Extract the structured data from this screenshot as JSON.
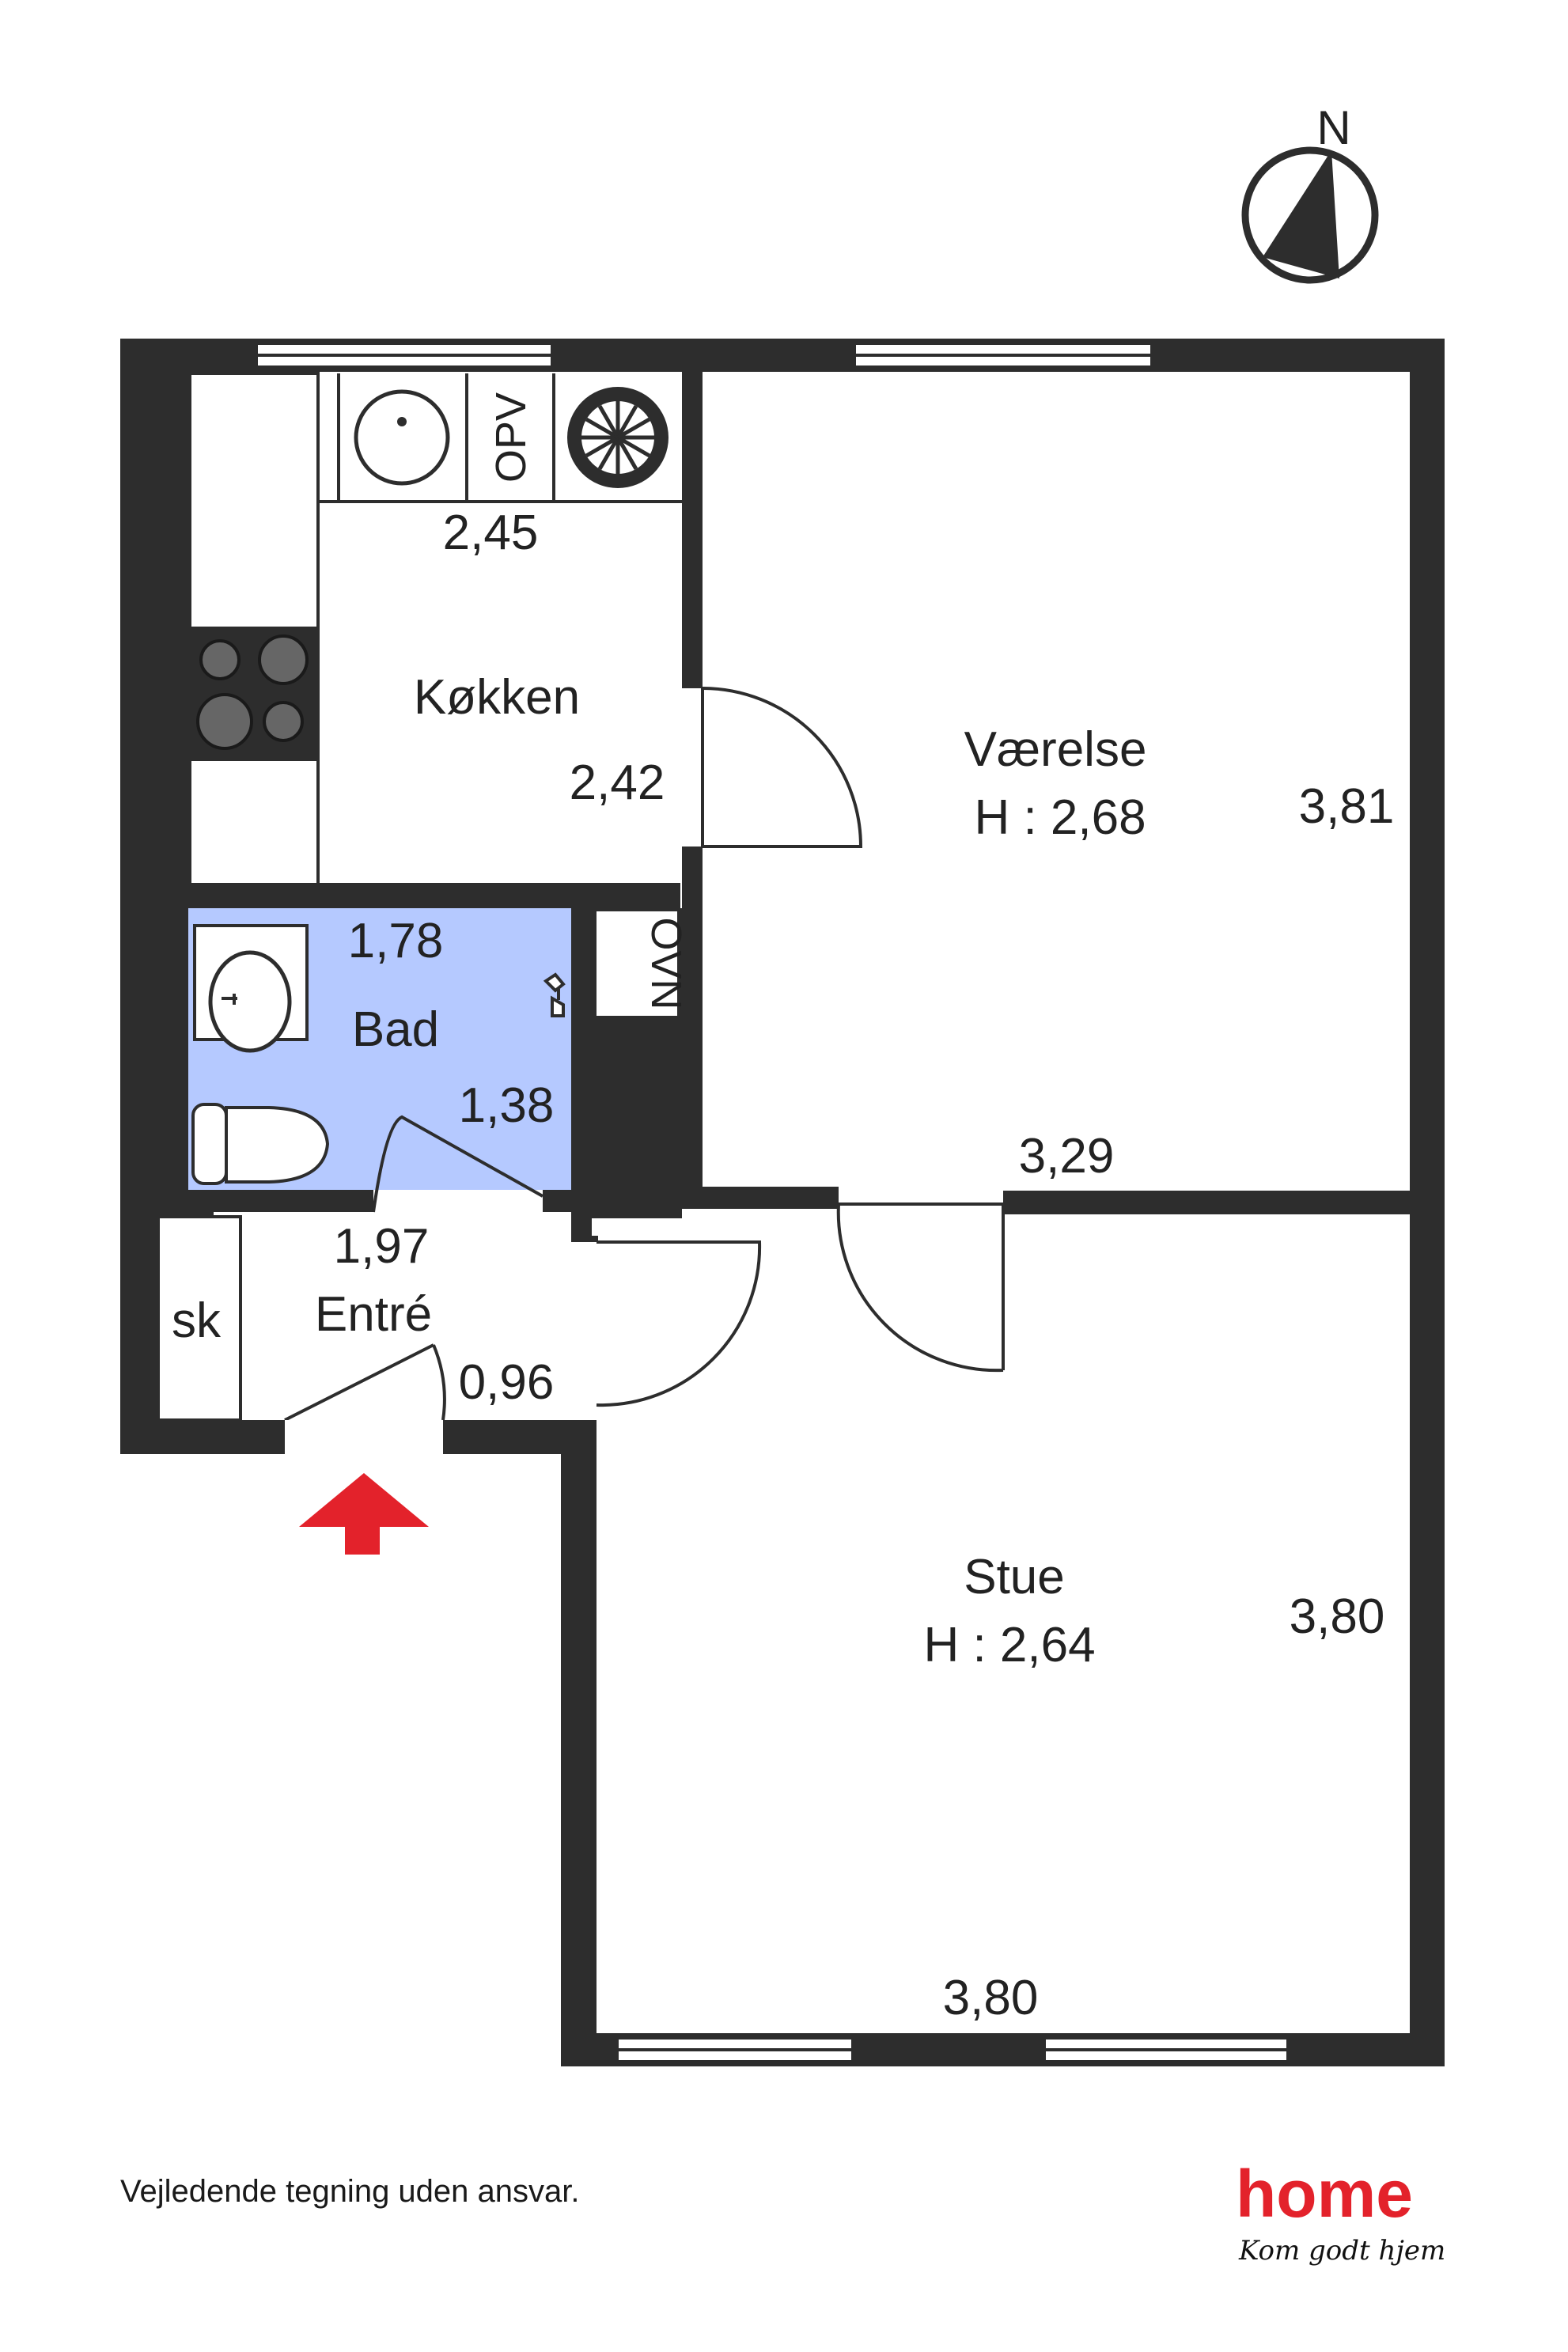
{
  "compass": {
    "label": "N"
  },
  "rooms": {
    "kitchen": {
      "name": "Køkken",
      "dim_top": "2,45",
      "dim_side": "2,42"
    },
    "bedroom": {
      "name": "Værelse",
      "height": "H : 2,68",
      "dim_side": "3,81",
      "dim_bottom": "3,29"
    },
    "bath": {
      "name": "Bad",
      "dim_top": "1,78",
      "dim_side": "1,38"
    },
    "entry": {
      "name": "Entré",
      "dim_top": "1,97",
      "dim_side": "0,96"
    },
    "living": {
      "name": "Stue",
      "height": "H : 2,64",
      "dim_side": "3,80",
      "dim_bottom": "3,80"
    }
  },
  "appliances": {
    "dishwasher": "OPV",
    "oven": "OVN",
    "closet": "sk"
  },
  "colors": {
    "wall": "#2d2d2d",
    "bath_fill": "#b5c9ff",
    "entrance_arrow": "#e3222b",
    "brand": "#e3222b"
  },
  "footer": {
    "disclaimer": "Vejledende tegning uden ansvar."
  },
  "brand": {
    "wordmark": "home",
    "tagline": "Kom godt hjem"
  }
}
